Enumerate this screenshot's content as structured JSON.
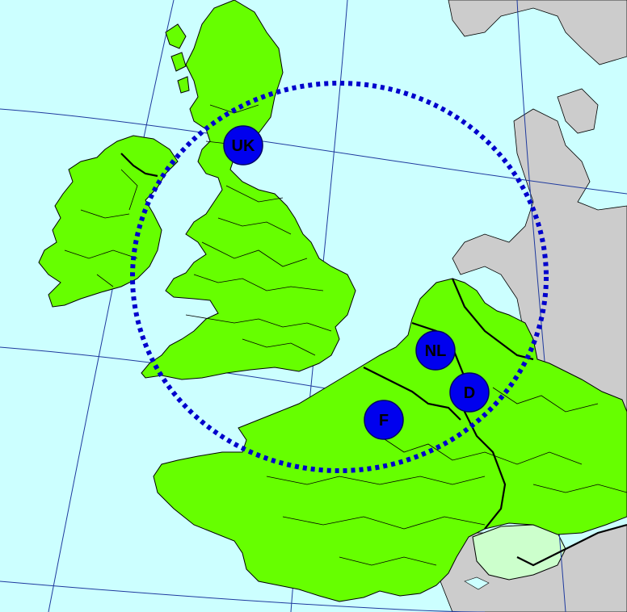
{
  "map": {
    "colors": {
      "sea": "#ccffff",
      "highlighted_land": "#66ff00",
      "other_land": "#cccccc",
      "switzerland": "#ccffcc",
      "graticule": "#1f3a9e",
      "circle": "#0000cc",
      "marker_fill": "#0000ee",
      "marker_stroke": "#000066"
    },
    "markers": [
      {
        "label": "UK"
      },
      {
        "label": "NL"
      },
      {
        "label": "D"
      },
      {
        "label": "F"
      }
    ]
  }
}
